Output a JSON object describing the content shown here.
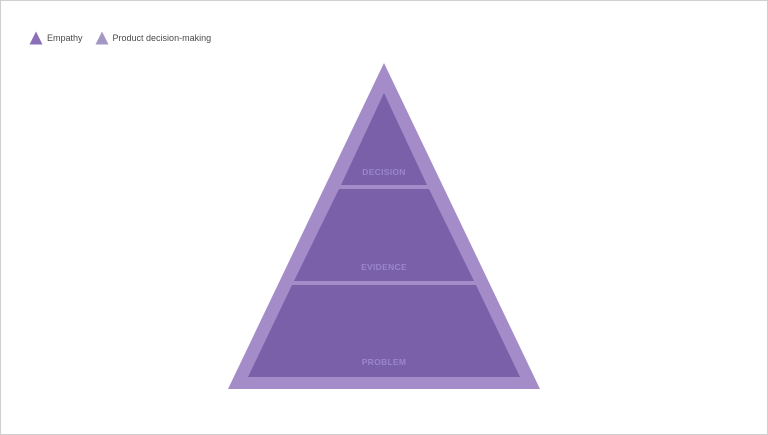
{
  "legend": {
    "items": [
      {
        "label": "Empathy",
        "color": "#8b6fb8"
      },
      {
        "label": "Product decision-making",
        "color": "#a497c4"
      }
    ]
  },
  "pyramid": {
    "outer_color": "#a48cc9",
    "inner_color": "#7960a8",
    "tiers": [
      {
        "label": "DECISION"
      },
      {
        "label": "EVIDENCE"
      },
      {
        "label": "PROBLEM"
      }
    ]
  }
}
